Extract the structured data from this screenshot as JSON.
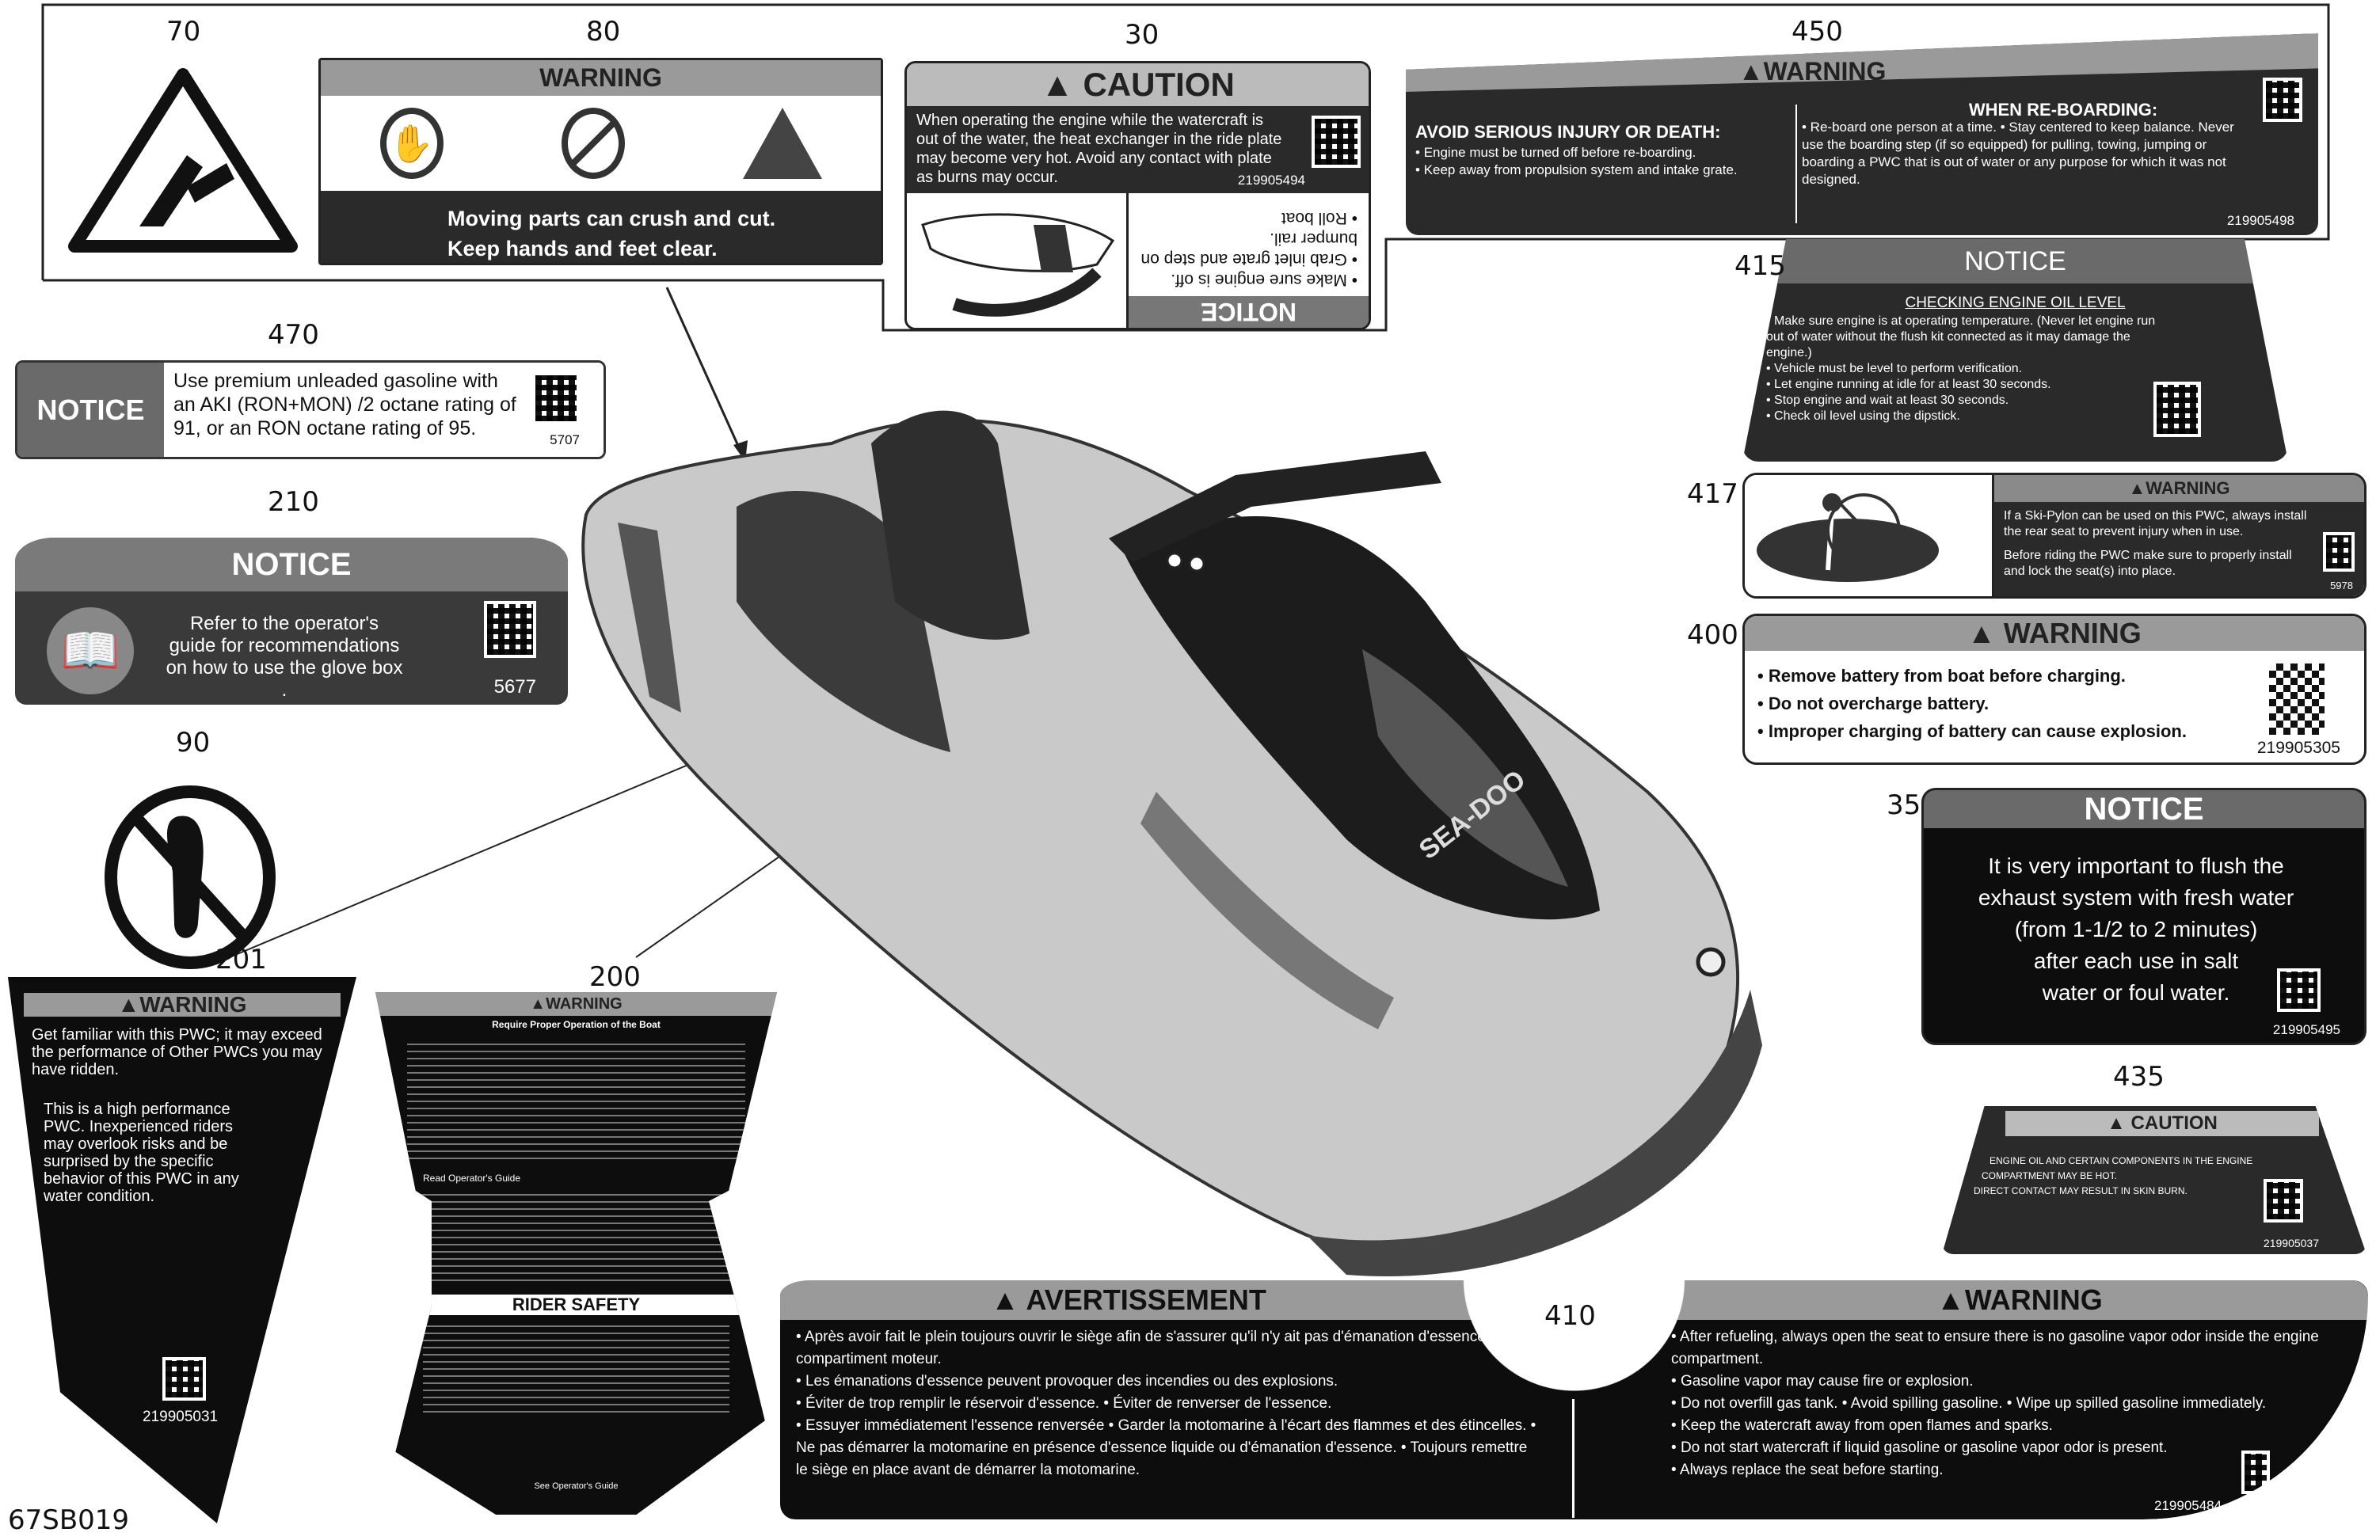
{
  "figure_id": "67SB019",
  "colors": {
    "label_dark": "#0d0d0d",
    "label_header_gray": "#9a9a9a",
    "line": "#222222"
  },
  "l70": {
    "callout": "70",
    "icon": "pinch-hazard-triangle-icon"
  },
  "l80": {
    "callout": "80",
    "header": "WARNING",
    "icons": [
      "no-hands-icon",
      "no-feet-icon",
      "crush-hazard-icon"
    ],
    "line1": "Moving parts can crush and cut.",
    "line2": "Keep hands and feet clear."
  },
  "l30": {
    "callout": "30",
    "header": "CAUTION",
    "body": "When operating the engine while the watercraft is out of the water, the heat exchanger in the ride plate may become very hot. Avoid any contact with plate as burns may occur.",
    "code": "219905494",
    "notice_header": "NOTICE",
    "notice_items": [
      "Make sure engine is off.",
      "Grab inlet grate and step on bumper rail.",
      "Roll boat"
    ]
  },
  "l450": {
    "callout": "450",
    "header": "WARNING",
    "left_title": "AVOID SERIOUS INJURY OR DEATH:",
    "left_items": [
      "Engine must be turned off before re-boarding.",
      "Keep away from propulsion system and intake grate."
    ],
    "right_title": "WHEN RE-BOARDING:",
    "right_body": "• Re-board one person at a time.   • Stay centered to keep balance. Never use the boarding step (if so equipped) for pulling, towing, jumping or boarding a PWC that is out of water or any purpose for which it was not designed.",
    "code": "219905498"
  },
  "l470": {
    "callout": "470",
    "header": "NOTICE",
    "body": "Use premium unleaded gasoline with an AKI (RON+MON) /2 octane rating of 91, or an RON octane rating of 95.",
    "code": "5707"
  },
  "l210": {
    "callout": "210",
    "header": "NOTICE",
    "body": "Refer to the operator's guide for recommendations on how to use the glove box .",
    "code": "5677"
  },
  "l90": {
    "callout": "90",
    "icon": "no-step-icon"
  },
  "l201": {
    "callout": "201",
    "header": "WARNING",
    "p1": "Get familiar with this PWC; it may exceed the performance of Other PWCs you may have ridden.",
    "p2": "This is a high performance PWC. Inexperienced riders may overlook risks and be surprised by the specific behavior of this PWC in any water condition.",
    "code": "219905031"
  },
  "l200": {
    "callout": "200",
    "header": "WARNING",
    "subheader": "Require Proper Operation of the Boat",
    "read_guide": "Read Operator's Guide",
    "rider_safety": "RIDER SAFETY",
    "see_guide": "See Operator's Guide"
  },
  "l415": {
    "callout": "415",
    "header": "NOTICE",
    "title": "CHECKING ENGINE OIL LEVEL",
    "items": [
      "Make sure engine is at operating temperature. (Never let engine run out of water without the flush kit connected as it may damage the engine.)",
      "Vehicle must be level to perform verification.",
      "Let engine running at idle for at least 30 seconds.",
      "Stop engine and wait at least 30 seconds.",
      "Check oil level using the dipstick."
    ]
  },
  "l417": {
    "callout": "417",
    "header": "WARNING",
    "p1": "If a Ski-Pylon can be used on this PWC, always install the rear seat to prevent injury when in use.",
    "p2": "Before riding the  PWC  make sure to properly install and lock the seat(s) into place.",
    "code": "5978"
  },
  "l400": {
    "callout": "400",
    "header": "WARNING",
    "items": [
      "Remove battery from boat before charging.",
      "Do not overcharge battery.",
      "Improper charging of battery can cause explosion."
    ],
    "code": "219905305"
  },
  "l35": {
    "callout": "35",
    "header": "NOTICE",
    "lines": [
      "It is very important to flush the",
      "exhaust system with fresh water",
      "(from 1-1/2 to 2 minutes)",
      "after each use in salt",
      "water or foul water."
    ],
    "code": "219905495"
  },
  "l435": {
    "callout": "435",
    "header": "CAUTION",
    "lines": [
      "ENGINE OIL AND CERTAIN COMPONENTS IN THE ENGINE",
      "COMPARTMENT MAY BE HOT.",
      "DIRECT CONTACT MAY RESULT IN SKIN BURN."
    ],
    "code": "219905037"
  },
  "l410": {
    "callout": "410",
    "fr_header": "AVERTISSEMENT",
    "fr_items": [
      "Après avoir fait le plein toujours ouvrir le siège afin de s'assurer qu'il n'y ait pas d'émanation d'essence dans le compartiment moteur.",
      "Les émanations d'essence peuvent provoquer des incendies ou des explosions.",
      "Éviter de trop remplir le réservoir d'essence. • Éviter de renverser de l'essence.",
      "Essuyer immédiatement l'essence renversée • Garder la motomarine à l'écart des flammes et des étincelles. • Ne pas démarrer la motomarine en présence d'essence liquide ou d'émanation d'essence. • Toujours remettre le siège en place avant de démarrer la motomarine."
    ],
    "en_header": "WARNING",
    "en_items": [
      "After refueling, always open the seat to ensure there is no gasoline vapor odor inside the engine compartment.",
      "Gasoline vapor may cause fire or explosion.",
      "Do not overfill gas tank. • Avoid spilling gasoline. • Wipe up spilled gasoline immediately.",
      "Keep the watercraft  away from open flames and sparks.",
      "Do not start watercraft if liquid gasoline or gasoline vapor odor is present.",
      "Always replace the seat before starting."
    ],
    "code": "219905484"
  },
  "watercraft": {
    "brand_text": "SEA-DOO"
  }
}
